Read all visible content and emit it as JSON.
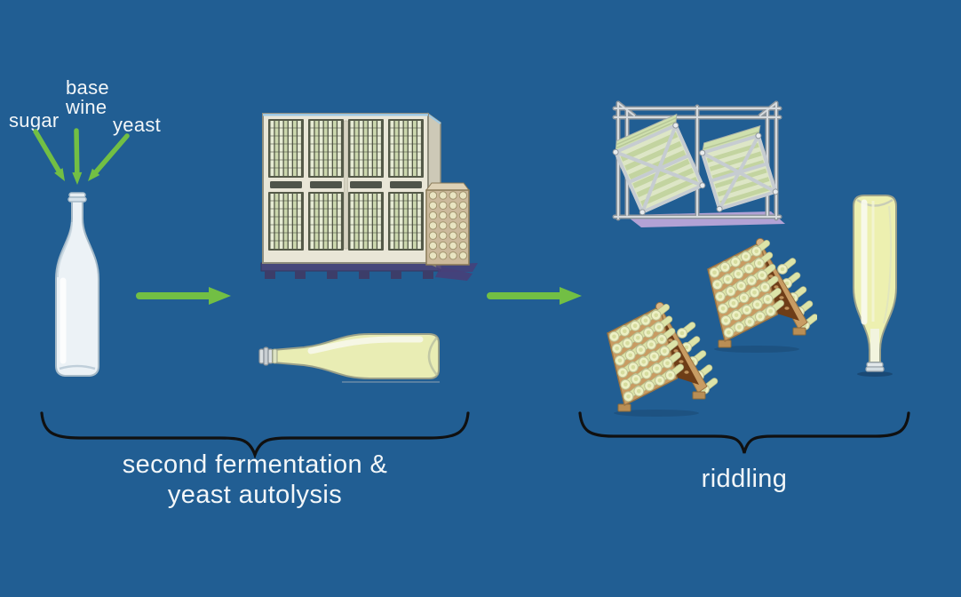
{
  "canvas": {
    "background_color": "#215E93"
  },
  "colors": {
    "arrow_green": "#72BF44",
    "text_white": "#F2F6F8",
    "brace_black": "#101010",
    "wine_yellow": "#E9EDB4",
    "rack_wood": "#C89C63",
    "crate_cream": "#E9E6D7",
    "pallet_purple": "#46477B",
    "gyropalette_base_lavender": "#B2A2D5"
  },
  "ingredients": {
    "sugar": "sugar",
    "base_wine_line1": "base",
    "base_wine_line2": "wine",
    "yeast": "yeast"
  },
  "stages": {
    "fermentation": {
      "line1": "second fermentation &",
      "line2": "yeast autolysis"
    },
    "riddling": {
      "label": "riddling"
    }
  },
  "illustrations": [
    "sugar-arrow-icon",
    "base-wine-arrow-icon",
    "yeast-arrow-icon",
    "empty-bottle-icon",
    "flow-arrow-icon",
    "bottle-crate-stack-icon",
    "horizontal-filled-bottle-icon",
    "gyropalette-icon",
    "riddling-rack-icon",
    "inverted-bottle-icon",
    "underbrace-icon"
  ]
}
